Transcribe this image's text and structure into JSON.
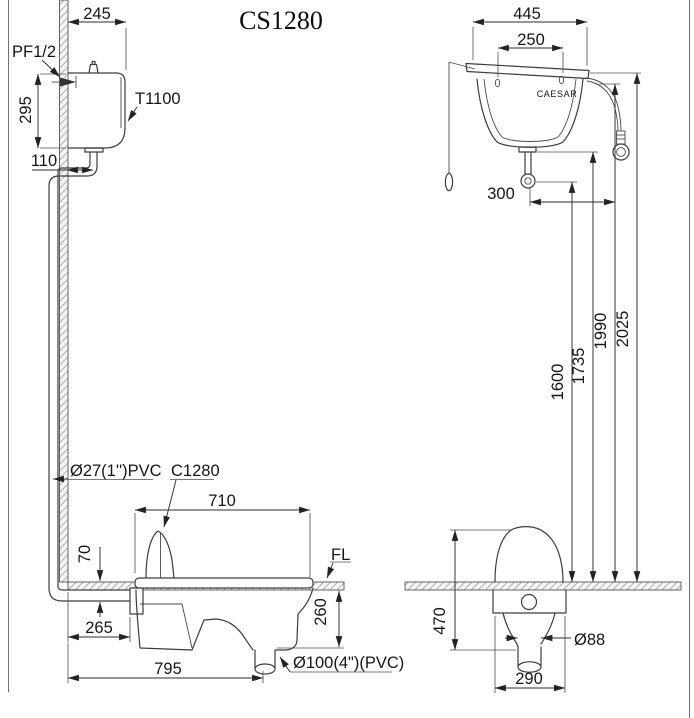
{
  "title": "CS1280",
  "side_view": {
    "labels": {
      "inlet": "PF1/2",
      "tank_model": "T1100",
      "pipe": "Ø27(1'')PVC",
      "pan_model": "C1280",
      "floor": "FL",
      "outlet": "Ø100(4\")(PVC)"
    },
    "dims": {
      "tank_width": "245",
      "tank_height": "295",
      "pipe_offset": "110",
      "pan_top_length": "710",
      "inlet_drop": "70",
      "inlet_offset": "265",
      "overall_length": "795",
      "trap_depth": "260"
    }
  },
  "front_view": {
    "labels": {
      "brand": "CAESAR",
      "outlet_dia": "Ø88"
    },
    "dims": {
      "tank_width": "445",
      "hole_spacing": "250",
      "spray_offset": "300",
      "spray_height": "1600",
      "tank_bottom_height": "1735",
      "hose_height": "1990",
      "tank_top_height": "2025",
      "pan_depth": "470",
      "pan_width": "290"
    }
  }
}
